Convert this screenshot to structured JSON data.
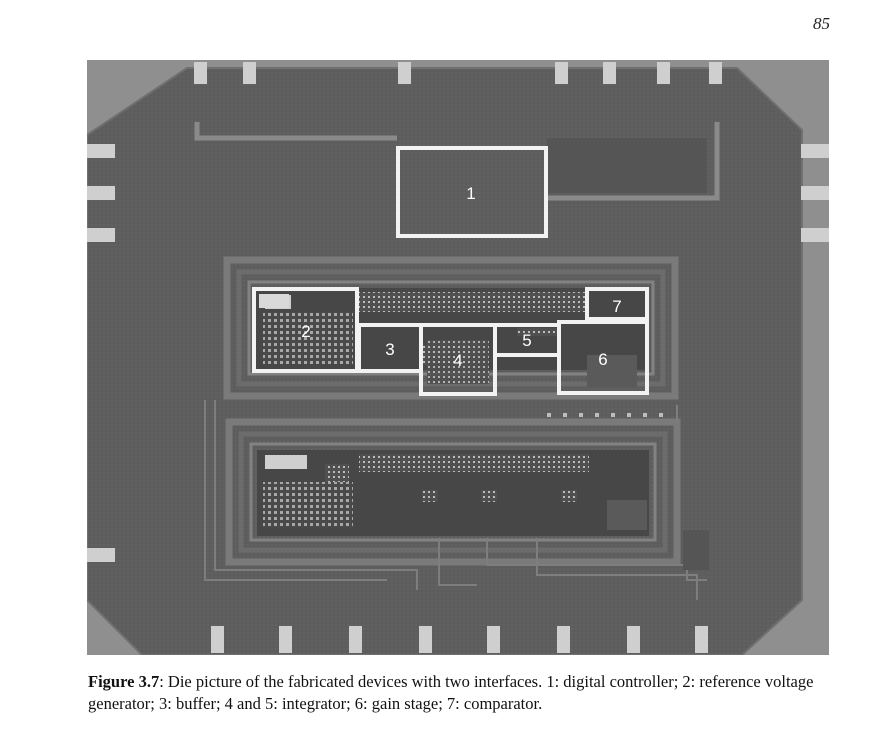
{
  "page": {
    "number": "85"
  },
  "figure": {
    "label": "Figure 3.7",
    "caption": ": Die picture of the fabricated devices with two interfaces. 1: digital controller; 2: reference voltage generator; 3: buffer; 4 and 5: integrator; 6: gain stage; 7: comparator.",
    "block_labels": [
      "1",
      "2",
      "3",
      "4",
      "5",
      "6",
      "7"
    ]
  }
}
